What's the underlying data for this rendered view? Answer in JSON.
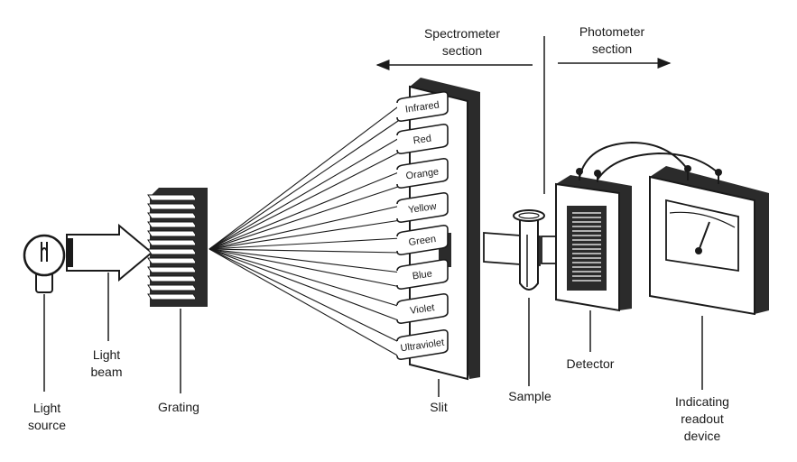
{
  "header": {
    "spectrometer": [
      "Spectrometer",
      "section"
    ],
    "photometer": [
      "Photometer",
      "section"
    ]
  },
  "spectrum_bands": [
    "Infrared",
    "Red",
    "Orange",
    "Yellow",
    "Green",
    "Blue",
    "Violet",
    "Ultraviolet"
  ],
  "labels": {
    "light_source": [
      "Light",
      "source"
    ],
    "light_beam": [
      "Light",
      "beam"
    ],
    "grating": "Grating",
    "slit": "Slit",
    "sample": "Sample",
    "detector": "Detector",
    "readout": [
      "Indicating",
      "readout",
      "device"
    ]
  },
  "colors": {
    "ink": "#1a1a1a",
    "dark": "#2b2b2b",
    "paper": "#ffffff"
  }
}
